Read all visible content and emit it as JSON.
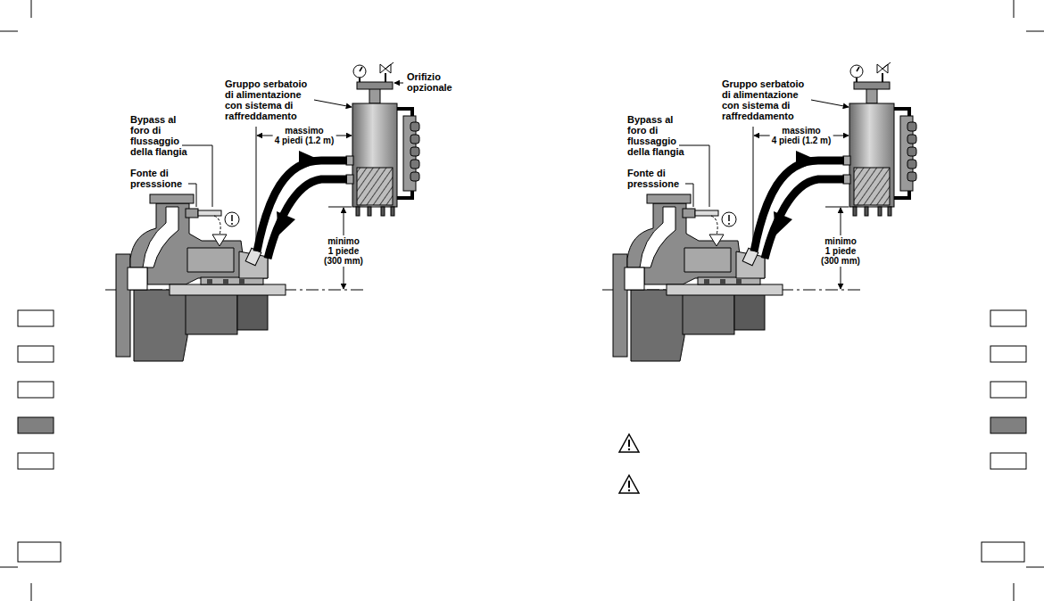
{
  "diagram": {
    "labels": [
      "Gruppo serbatoio di alimentazione con sistema di raffreddamento",
      "Orifizio opzionale",
      "Bypass al foro di flussaggio della flangia",
      "massimo 4 piedi (1.2 m)",
      "Fonte di presssione",
      "minimo 1 piede (300 mm)",
      "Gruppo serbatoio di alimentazione con sistema di raffreddamento",
      "Bypass al foro di flussaggio della flangia",
      "massimo 4 piedi (1.2 m)",
      "Fonte di presssione",
      "minimo 1 piede (300 mm)"
    ]
  }
}
